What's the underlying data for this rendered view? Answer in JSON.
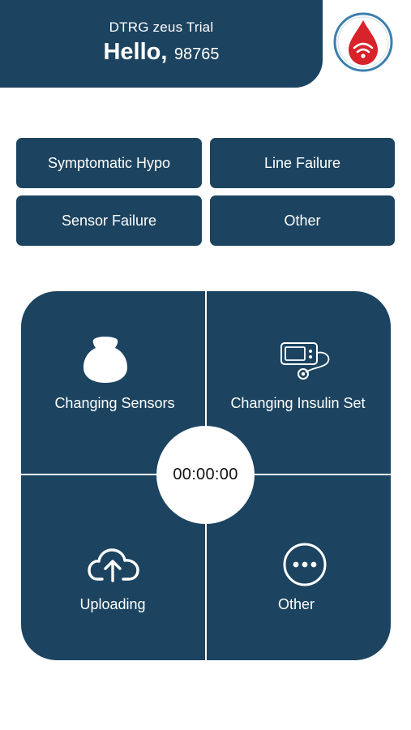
{
  "header": {
    "subtitle": "DTRG zeus Trial",
    "greeting": "Hello,",
    "user_id": "98765"
  },
  "logo": {
    "icon": "blood-drop-wifi-icon",
    "colors": {
      "drop": "#d8232a",
      "ring": "#3b7fae"
    }
  },
  "quick_buttons": [
    {
      "label": "Symptomatic Hypo"
    },
    {
      "label": "Line Failure"
    },
    {
      "label": "Sensor Failure"
    },
    {
      "label": "Other"
    }
  ],
  "activities": [
    {
      "label": "Changing Sensors",
      "icon": "sensor-icon"
    },
    {
      "label": "Changing Insulin Set",
      "icon": "insulin-pump-icon"
    },
    {
      "label": "Uploading",
      "icon": "cloud-upload-icon"
    },
    {
      "label": "Other",
      "icon": "more-icon"
    }
  ],
  "timer": {
    "value": "00:00:00"
  },
  "colors": {
    "primary": "#1c4460",
    "background": "#ffffff",
    "text": "#ffffff"
  }
}
